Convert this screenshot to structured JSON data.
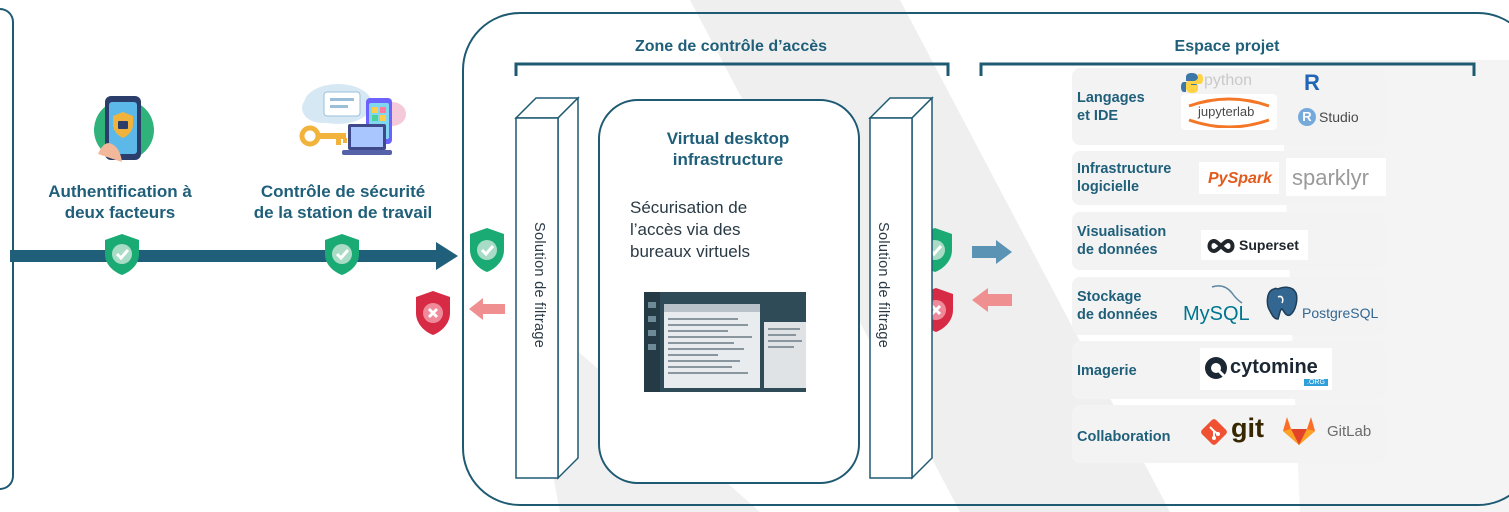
{
  "left_steps": [
    {
      "label_line1": "Authentification à",
      "label_line2": "deux facteurs"
    },
    {
      "label_line1": "Contrôle de sécurité",
      "label_line2": "de la station de travail"
    }
  ],
  "access_zone": {
    "title": "Zone de contrôle d’accès",
    "filter_left": "Solution de filtrage",
    "filter_right": "Solution de filtrage",
    "vdi_title_line1": "Virtual desktop",
    "vdi_title_line2": "infrastructure",
    "vdi_desc_line1": "Sécurisation de",
    "vdi_desc_line2": "l’accès via des",
    "vdi_desc_line3": "bureaux virtuels"
  },
  "project_space": {
    "title": "Espace projet",
    "rows": [
      {
        "label_line1": "Langages",
        "label_line2": "et IDE",
        "logos": [
          "python",
          "jupyterlab",
          "R",
          "Studio"
        ]
      },
      {
        "label_line1": "Infrastructure",
        "label_line2": "logicielle",
        "logos": [
          "PySpark",
          "sparklyr"
        ]
      },
      {
        "label_line1": "Visualisation",
        "label_line2": "de données",
        "logos": [
          "Superset"
        ]
      },
      {
        "label_line1": "Stockage",
        "label_line2": "de données",
        "logos": [
          "MySQL",
          "PostgreSQL"
        ]
      },
      {
        "label_line1": "Imagerie",
        "label_line2": "",
        "logos": [
          "cytomine",
          ".ORG"
        ]
      },
      {
        "label_line1": "Collaboration",
        "label_line2": "",
        "logos": [
          "git",
          "GitLab"
        ]
      }
    ]
  },
  "colors": {
    "primary_blue": "#1f5f7a",
    "frame_blue": "#1e5a72",
    "shield_green": "#1aab74",
    "shield_red": "#d72a45",
    "arrow_red": "#ef8f8f",
    "arrow_blue": "#5a93b3",
    "row_bg": "#f3f3f4",
    "watermark": "#ececec"
  }
}
